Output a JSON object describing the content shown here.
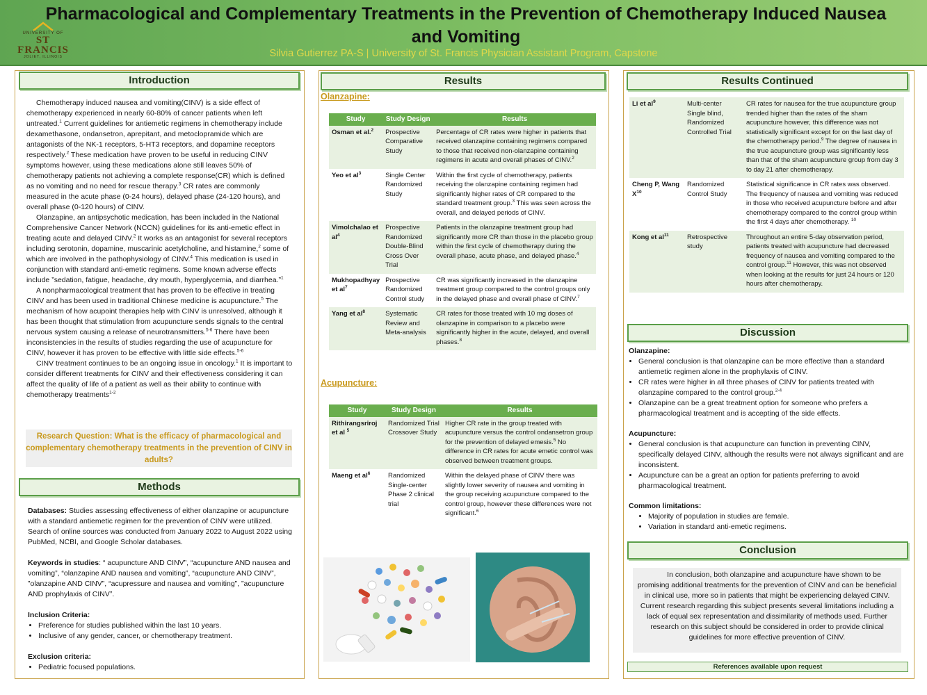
{
  "header": {
    "title": "Pharmacological and Complementary Treatments in the Prevention of Chemotherapy Induced Nausea and Vomiting",
    "subtitle": "Silvia Gutierrez PA-S | University of St. Francis Physician Assistant Program, Capstone",
    "logo": {
      "line1": "UNIVERSITY OF",
      "line2": "ST FRANCIS",
      "line3": "JOLIET, ILLINOIS"
    }
  },
  "introduction": {
    "heading": "Introduction",
    "paragraphs": [
      [
        "Chemotherapy induced nausea and vomiting(CINV) is a side effect of chemotherapy experienced in nearly 60-80% of cancer patients when left untreated.",
        "1",
        " Current guidelines for antiemetic regimens in chemotherapy include dexamethasone, ondansetron, aprepitant, and metoclopramide which are antagonists of the NK-1 receptors, 5-HT3 receptors, and dopamine receptors respectively.",
        "2",
        " These medication have proven to be useful in reducing CINV symptoms however, using these medications alone still leaves 50% of chemotherapy patients not achieving a complete response(CR) which is defined as no vomiting and no need for rescue therapy.",
        "3",
        " CR rates are commonly measured in the acute phase (0-24 hours), delayed phase (24-120 hours), and overall phase (0-120 hours) of CINV."
      ],
      [
        "Olanzapine, an antipsychotic medication, has been included in the National Comprehensive Cancer Network (NCCN) guidelines for its anti-emetic effect in treating acute and delayed CINV.",
        "2",
        " It works as an antagonist for several receptors including serotonin, dopamine, muscarinic acetylcholine, and histamine,",
        "2",
        " some of which are involved in the pathophysiology of CINV.",
        "4",
        " This medication is used in conjunction with standard anti-emetic regimens. Some known adverse effects  include ”sedation, fatigue, headache, dry mouth, hyperglycemia, and diarrhea.”",
        "1",
        ""
      ],
      [
        " A nonpharmacological treatment that has proven to be effective in treating CINV and has been used in traditional Chinese medicine is acupuncture.",
        "5",
        " The mechanism of how acupoint therapies help with CINV is unresolved, although it has been thought that stimulation from acupuncture sends signals to the central nervous system causing a release of neurotransmitters.",
        "5-6",
        " There have been inconsistencies in the results of studies regarding the use of acupuncture for CINV, however it has proven to be effective with little side effects.",
        "5-6",
        ""
      ],
      [
        "CINV treatment continues to be an ongoing issue in oncology.",
        "1",
        " It is important to consider different treatments for CINV and their effectiveness considering it can affect the quality of life of a patient as well as their ability to continue with chemotherapy treatments",
        "1-2",
        ""
      ]
    ],
    "research_question": "Research Question:  What is the efficacy of pharmacological and complementary chemotherapy treatments in the prevention of CINV in adults?"
  },
  "methods": {
    "heading": "Methods",
    "databases_label": "Databases:",
    "databases_text": " Studies assessing effectiveness of either olanzapine or acupuncture with a standard antiemetic regimen for the prevention of CINV were utilized. Search of  online sources was conducted from January 2022 to August 2022 using PubMed, NCBI, and Google Scholar databases.",
    "keywords_label": "Keywords in studies",
    "keywords_text": ": “ acupuncture AND CINV”, “acupuncture AND nausea and vomiting”, “olanzapine AND nausea and vomiting”, “acupuncture AND CINV”, ”olanzapine AND CINV”, “acupressure and nausea and vomiting”, ”acupuncture AND prophylaxis of CINV”.",
    "inclusion_label": "Inclusion Criteria:",
    "inclusion": [
      "Preference for studies published within the last 10 years.",
      "Inclusive of any gender, cancer, or chemotherapy treatment."
    ],
    "exclusion_label": "Exclusion criteria:",
    "exclusion": [
      "Pediatric focused populations."
    ]
  },
  "results": {
    "heading": "Results",
    "olanzapine_label": "Olanzapine:",
    "acupuncture_label": "Acupuncture:",
    "columns": [
      "Study",
      "Study Design",
      "Results"
    ],
    "olanzapine_rows": [
      {
        "study": "Osman et al.",
        "sup": "2",
        "design": "Prospective Comparative Study",
        "results": "Percentage of CR rates were higher in patients that received olanzapine containing regimens compared to those that received non-olanzapine containing regimens in acute and overall phases of CINV.",
        "rsup": "2"
      },
      {
        "study": "Yeo et al",
        "sup": "3",
        "design": "Single Center Randomized Study",
        "results": "Within the first cycle of chemotherapy, patients receiving the olanzapine containing regimen had significantly higher rates of CR compared to the standard treatment group.",
        "rsup": "3",
        "results_tail": " This was seen across the overall, and delayed periods of CINV."
      },
      {
        "study": "Vimolchalao et al",
        "sup": "4",
        "design": "Prospective Randomized Double-Blind Cross Over Trial",
        "results": "Patients in the olanzapine treatment group had significantly more CR than those in the placebo group within the first cycle of chemotherapy during the overall phase, acute phase, and delayed phase.",
        "rsup": "4"
      },
      {
        "study": "Mukhopadhyay et al",
        "sup": "7",
        "design": "Prospective Randomized Control study",
        "results": "CR was significantly increased in the olanzapine treatment group compared to the control groups only in the delayed phase and overall phase of CINV.",
        "rsup": "7"
      },
      {
        "study": "Yang et al",
        "sup": "8",
        "design": "Systematic Review and Meta-analysis",
        "results": "CR rates for those treated with 10 mg doses of olanzapine in comparison to a placebo were significantly higher in the acute, delayed, and overall phases.",
        "rsup": "8"
      }
    ],
    "acupuncture_rows": [
      {
        "study": "Rithirangsriroj et al ",
        "sup": "5",
        "design": "Randomized Trial Crossover Study",
        "results": "Higher CR rate in the group treated with acupuncture versus the control ondansetron group for the prevention of delayed emesis.",
        "rsup": "5",
        "results_tail": " No difference in CR rates for acute emetic control was observed between treatment groups."
      },
      {
        "study": "Maeng et al",
        "sup": "6",
        "design": "Randomized Single-center Phase 2 clinical trial",
        "results": "Within the delayed phase of CINV there was slightly lower severity of nausea and vomiting in the group receiving acupuncture compared to the control group, however these differences were not significant.",
        "rsup": "6"
      }
    ]
  },
  "results_continued": {
    "heading": "Results Continued",
    "rows": [
      {
        "study": "Li et al",
        "sup": "9",
        "design": "Multi-center Single blind, Randomized Controlled Trial",
        "results": "CR rates for nausea for the true acupuncture group trended higher than the rates of the sham acupuncture however, this difference was not statistically significant except for on the last day of the chemotherapy period.",
        "rsup": "9",
        "results_tail": " The degree of nausea in the true acupuncture group was significantly less than that of the sham acupuncture group from day 3 to day 21 after chemotherapy."
      },
      {
        "study": "Cheng P, Wang X",
        "sup": "10",
        "design": "Randomized Control Study",
        "results": "Statistical significance in CR rates was observed. The frequency of nausea and vomiting was reduced in those who received acupuncture before and after chemotherapy compared to the control group within the first 4 days after chemotherapy. ",
        "rsup": "10"
      },
      {
        "study": "Kong et al",
        "sup": "11",
        "design": "Retrospective study",
        "results": "Throughout an entire 5-day observation period, patients treated with acupuncture had decreased frequency of nausea and vomiting compared to the control group.",
        "rsup": "11",
        "results_tail": " However, this was not observed when looking at the results for just 24 hours or 120 hours after chemotherapy."
      }
    ]
  },
  "discussion": {
    "heading": "Discussion",
    "olanzapine_label": "Olanzapine:",
    "olanzapine_points": [
      "General conclusion is that olanzapine can be more effective than a standard antiemetic regimen alone in the prophylaxis of CINV.",
      "CR rates were higher in all three phases of CINV for patients treated with olanzapine compared to the control group.",
      "Olanzapine can be a great treatment option for someone who prefers a pharmacological treatment and is accepting of the side effects."
    ],
    "olanzapine_point2_sup": "2-4",
    "acupuncture_label": "Acupuncture:",
    "acupuncture_points": [
      "General conclusion is that acupuncture can function in preventing CINV, specifically delayed CINV, although the results were not always significant and are inconsistent.",
      "Acupuncture can be a great an option for patients preferring to avoid pharmacological treatment."
    ],
    "limitations_label": "Common limitations:",
    "limitations": [
      "Majority of population in studies are female.",
      "Variation in standard anti-emetic regimens."
    ]
  },
  "conclusion": {
    "heading": "Conclusion",
    "text": "In conclusion, both olanzapine and acupuncture have shown to be promising additional treatments for the prevention of CINV and can be beneficial in clinical use, more so in patients that might be experiencing delayed CINV. Current research regarding this subject presents several limitations including a lack of equal sex representation and dissimilarity of methods used. Further research on this subject should be considered in order to provide clinical guidelines for more effective prevention of CINV."
  },
  "references": "References available  upon request",
  "images": {
    "pills": "pills-image",
    "acupuncture": "ear-acupuncture-image"
  },
  "colors": {
    "header_green": "#7fbf63",
    "section_border": "#5a9e48",
    "table_header": "#6aae4e",
    "accent_gold": "#c99a1e",
    "column_border": "#c9a24a"
  }
}
